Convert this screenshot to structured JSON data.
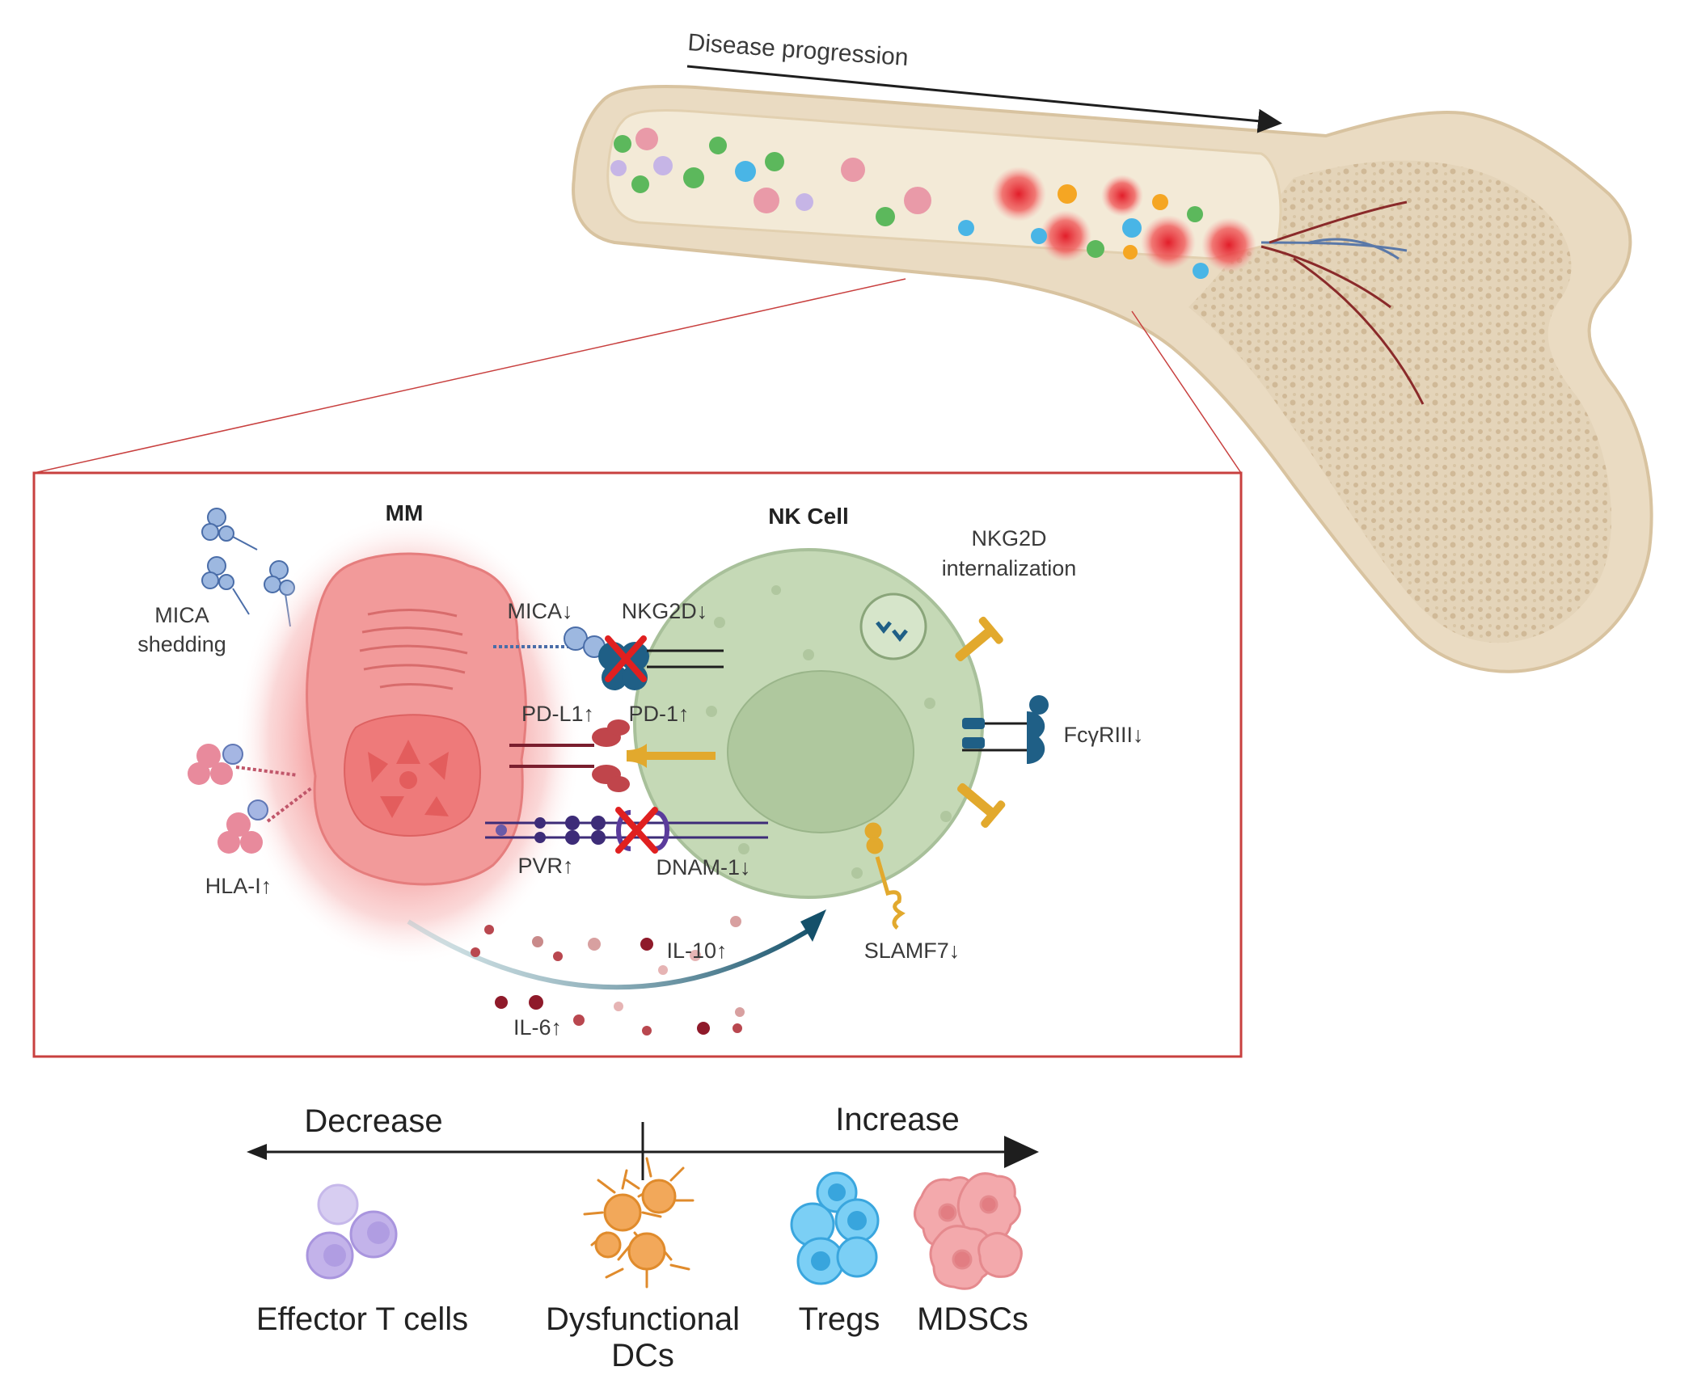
{
  "diagram": {
    "progression_label": "Disease progression",
    "mm_title": "MM",
    "nk_title": "NK Cell",
    "labels": {
      "mica_shedding_1": "MICA",
      "mica_shedding_2": "shedding",
      "nkg2d_internalization_1": "NKG2D",
      "nkg2d_internalization_2": "internalization",
      "mica": "MICA↓",
      "nkg2d": "NKG2D↓",
      "pdl1": "PD-L1↑",
      "pd1": "PD-1↑",
      "fcgr": "FcγRIII↓",
      "hla": "HLA-I↑",
      "pvr": "PVR↑",
      "dnam": "DNAM-1↓",
      "slamf7": "SLAMF7↓",
      "il10": "IL-10↑",
      "il6": "IL-6↑"
    },
    "legend": {
      "decrease": "Decrease",
      "increase": "Increase",
      "effector": "Effector T cells",
      "dcs_1": "Dysfunctional",
      "dcs_2": "DCs",
      "tregs": "Tregs",
      "mdscs": "MDSCs"
    },
    "colors": {
      "box_border": "#c8403f",
      "mm_cell": "#f29a9a",
      "nk_cell": "#c5d9b6",
      "receptor_blue": "#1f5f86",
      "receptor_gold": "#e2a92d",
      "bone": "#e9dcc4",
      "arrow": "#1e1e1e"
    }
  }
}
